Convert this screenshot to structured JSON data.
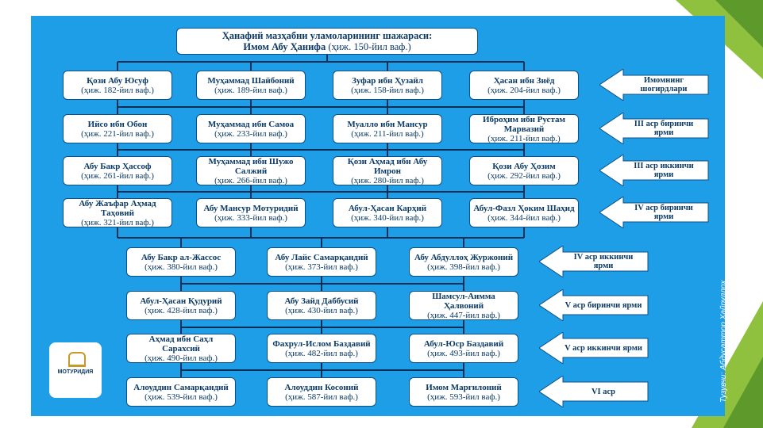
{
  "title": {
    "line1": "Ҳанафий мазҳабни уламоларининг шажараси:",
    "line2_name": "Имом Абу Ҳанифа",
    "line2_date": " (ҳиж. 150-йил ваф.)"
  },
  "rows": [
    {
      "label": "Имомнинг шогирдлари",
      "boxes": [
        {
          "name": "Қози Абу Юсуф",
          "date": "(ҳиж. 182-йил ваф.)"
        },
        {
          "name": "Муҳаммад Шайбоний",
          "date": "(ҳиж. 189-йил ваф.)"
        },
        {
          "name": "Зуфар ибн Ҳузайл",
          "date": "(ҳиж. 158-йил ваф.)"
        },
        {
          "name": "Ҳасан ибн Зиёд",
          "date": "(ҳиж. 204-йил ваф.)"
        }
      ]
    },
    {
      "label": "III аср биринчи ярми",
      "boxes": [
        {
          "name": "Ийсо ибн Обон",
          "date": "(ҳиж. 221-йил ваф.)"
        },
        {
          "name": "Муҳаммад ибн Самоа",
          "date": "(ҳиж. 233-йил ваф.)"
        },
        {
          "name": "Муалло ибн Мансур",
          "date": "(ҳиж. 211-йил ваф.)"
        },
        {
          "name": "Иброҳим ибн Рустам Марвазий",
          "date": "(ҳиж. 211-йил ваф.)"
        }
      ]
    },
    {
      "label": "III аср иккинчи ярми",
      "boxes": [
        {
          "name": "Абу Бакр Ҳассоф",
          "date": "(ҳиж. 261-йил ваф.)"
        },
        {
          "name": "Муҳаммад ибн Шужо Салжий",
          "date": "(ҳиж. 266-йил ваф.)"
        },
        {
          "name": "Қози Аҳмад ибн Абу Имрон",
          "date": "(ҳиж. 280-йил ваф.)"
        },
        {
          "name": "Қози Абу Ҳозим",
          "date": "(ҳиж. 292-йил ваф.)"
        }
      ]
    },
    {
      "label": "IV аср биринчи ярми",
      "boxes": [
        {
          "name": "Абу Жаъфар Аҳмад Таҳовий",
          "date": "(ҳиж. 321-йил ваф.)"
        },
        {
          "name": "Абу Мансур Мотуридий",
          "date": "(ҳиж. 333-йил ваф.)"
        },
        {
          "name": "Абул-Ҳасан Карҳий",
          "date": "(ҳиж. 340-йил ваф.)"
        },
        {
          "name": "Абул-Фазл Ҳоким Шаҳид",
          "date": "(ҳиж. 344-йил ваф.)"
        }
      ]
    },
    {
      "label": "IV аср иккинчи ярми",
      "boxes": [
        {
          "name": "Абу Бакр ал-Жассос",
          "date": "(ҳиж. 380-йил ваф.)"
        },
        {
          "name": "Абу Лайс Самарқандий",
          "date": "(ҳиж. 373-йил ваф.)"
        },
        {
          "name": "Абу Абдуллоҳ Журжоний",
          "date": "(ҳиж. 398-йил ваф.)"
        }
      ]
    },
    {
      "label": "V аср биринчи ярми",
      "boxes": [
        {
          "name": "Абул-Ҳасан Қудурий",
          "date": "(ҳиж. 428-йил ваф.)"
        },
        {
          "name": "Абу Зайд Даббусий",
          "date": "(ҳиж. 430-йил ваф.)"
        },
        {
          "name": "Шамсул-Аимма Ҳалвоний",
          "date": "(ҳиж. 447-йил ваф.)"
        }
      ]
    },
    {
      "label": "V аср иккинчи ярми",
      "boxes": [
        {
          "name": "Аҳмад ибн Саҳл Сарахсий",
          "date": "(ҳиж. 490-йил ваф.)"
        },
        {
          "name": "Фахрул-Ислом Баздавий",
          "date": "(ҳиж. 482-йил ваф.)"
        },
        {
          "name": "Абул-Юср Баздавий",
          "date": "(ҳиж. 493-йил ваф.)"
        }
      ]
    },
    {
      "label": "VI аср",
      "boxes": [
        {
          "name": "Алоуддин Самарқандий",
          "date": "(ҳиж. 539-йил ваф.)"
        },
        {
          "name": "Алоуддин Косоний",
          "date": "(ҳиж. 587-йил ваф.)"
        },
        {
          "name": "Имом Марғилоний",
          "date": "(ҳиж. 593-йил ваф.)"
        }
      ]
    }
  ],
  "author": "Тузувчи: Абдусаттор Хайруллоҳ",
  "logo_text": "МОТУРИДИЯ",
  "colors": {
    "panel": "#1e9ee6",
    "box_border": "#0d4f86",
    "text": "#0b3a66",
    "corner": "#8fc13f"
  }
}
